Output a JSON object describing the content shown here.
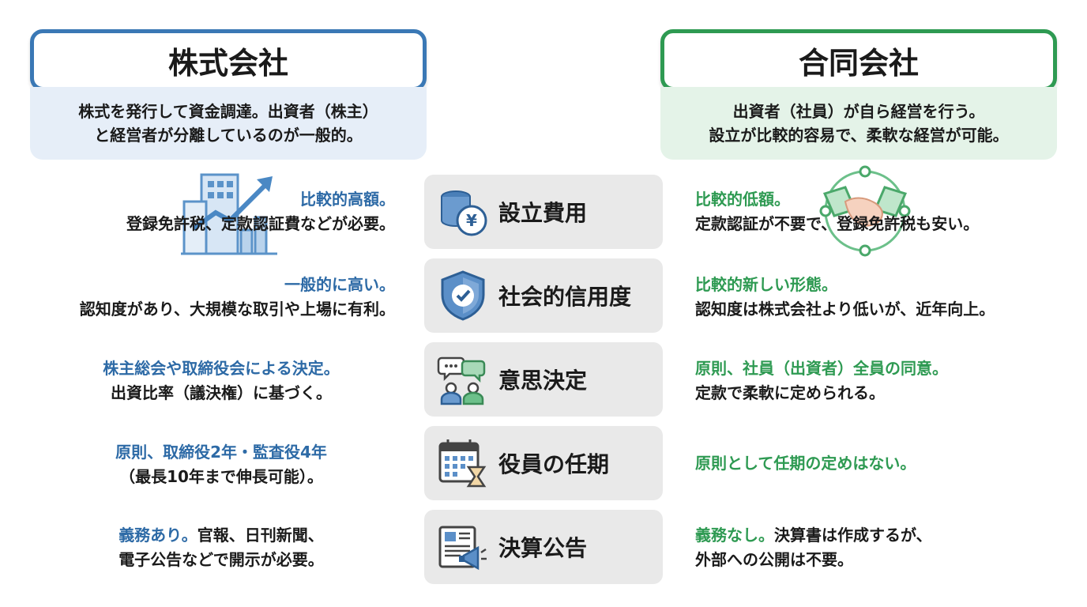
{
  "left": {
    "title": "株式会社",
    "description": [
      "株式を発行して資金調達。出資者（株主）",
      "と経営者が分離しているのが一般的。"
    ]
  },
  "right": {
    "title": "合同会社",
    "description": [
      "出資者（社員）が自ら経営を行う。",
      "設立が比較的容易で、柔軟な経営が可能。"
    ]
  },
  "categories": [
    {
      "label": "設立費用",
      "icon": "coins-yen-icon"
    },
    {
      "label": "社会的信用度",
      "icon": "shield-check-icon"
    },
    {
      "label": "意思決定",
      "icon": "people-chat-icon"
    },
    {
      "label": "役員の任期",
      "icon": "calendar-hourglass-icon"
    },
    {
      "label": "決算公告",
      "icon": "newspaper-megaphone-icon"
    }
  ],
  "rows": [
    {
      "left": {
        "highlight": "比較的高額。",
        "text": "登録免許税、定款認証費などが必要。"
      },
      "right": {
        "highlight": "比較的低額。",
        "text": "定款認証が不要で、登録免許税も安い。"
      }
    },
    {
      "left": {
        "highlight": "一般的に高い。",
        "text": "認知度があり、大規模な取引や上場に有利。"
      },
      "right": {
        "highlight": "比較的新しい形態。",
        "text": "認知度は株式会社より低いが、近年向上。"
      }
    },
    {
      "left": {
        "highlight": "株主総会や取締役会による決定。",
        "text": "出資比率（議決権）に基づく。"
      },
      "right": {
        "highlight": "原則、社員（出資者）全員の同意。",
        "text": "定款で柔軟に定められる。"
      }
    },
    {
      "left": {
        "highlight": "原則、取締役2年・監査役4年",
        "text": "（最長10年まで伸長可能）。"
      },
      "right": {
        "highlight": "原則として任期の定めはない。",
        "text": ""
      }
    },
    {
      "left": {
        "highlight": "義務あり。",
        "text": "官報、日刊新聞、",
        "text2": "電子公告などで開示が必要。"
      },
      "right": {
        "highlight": "義務なし。",
        "text": "決算書は作成するが、",
        "text2": "外部への公開は不要。"
      }
    }
  ],
  "colors": {
    "left_accent": "#3a78b5",
    "right_accent": "#2e9a52",
    "left_text": "#2d6aa6"
  }
}
